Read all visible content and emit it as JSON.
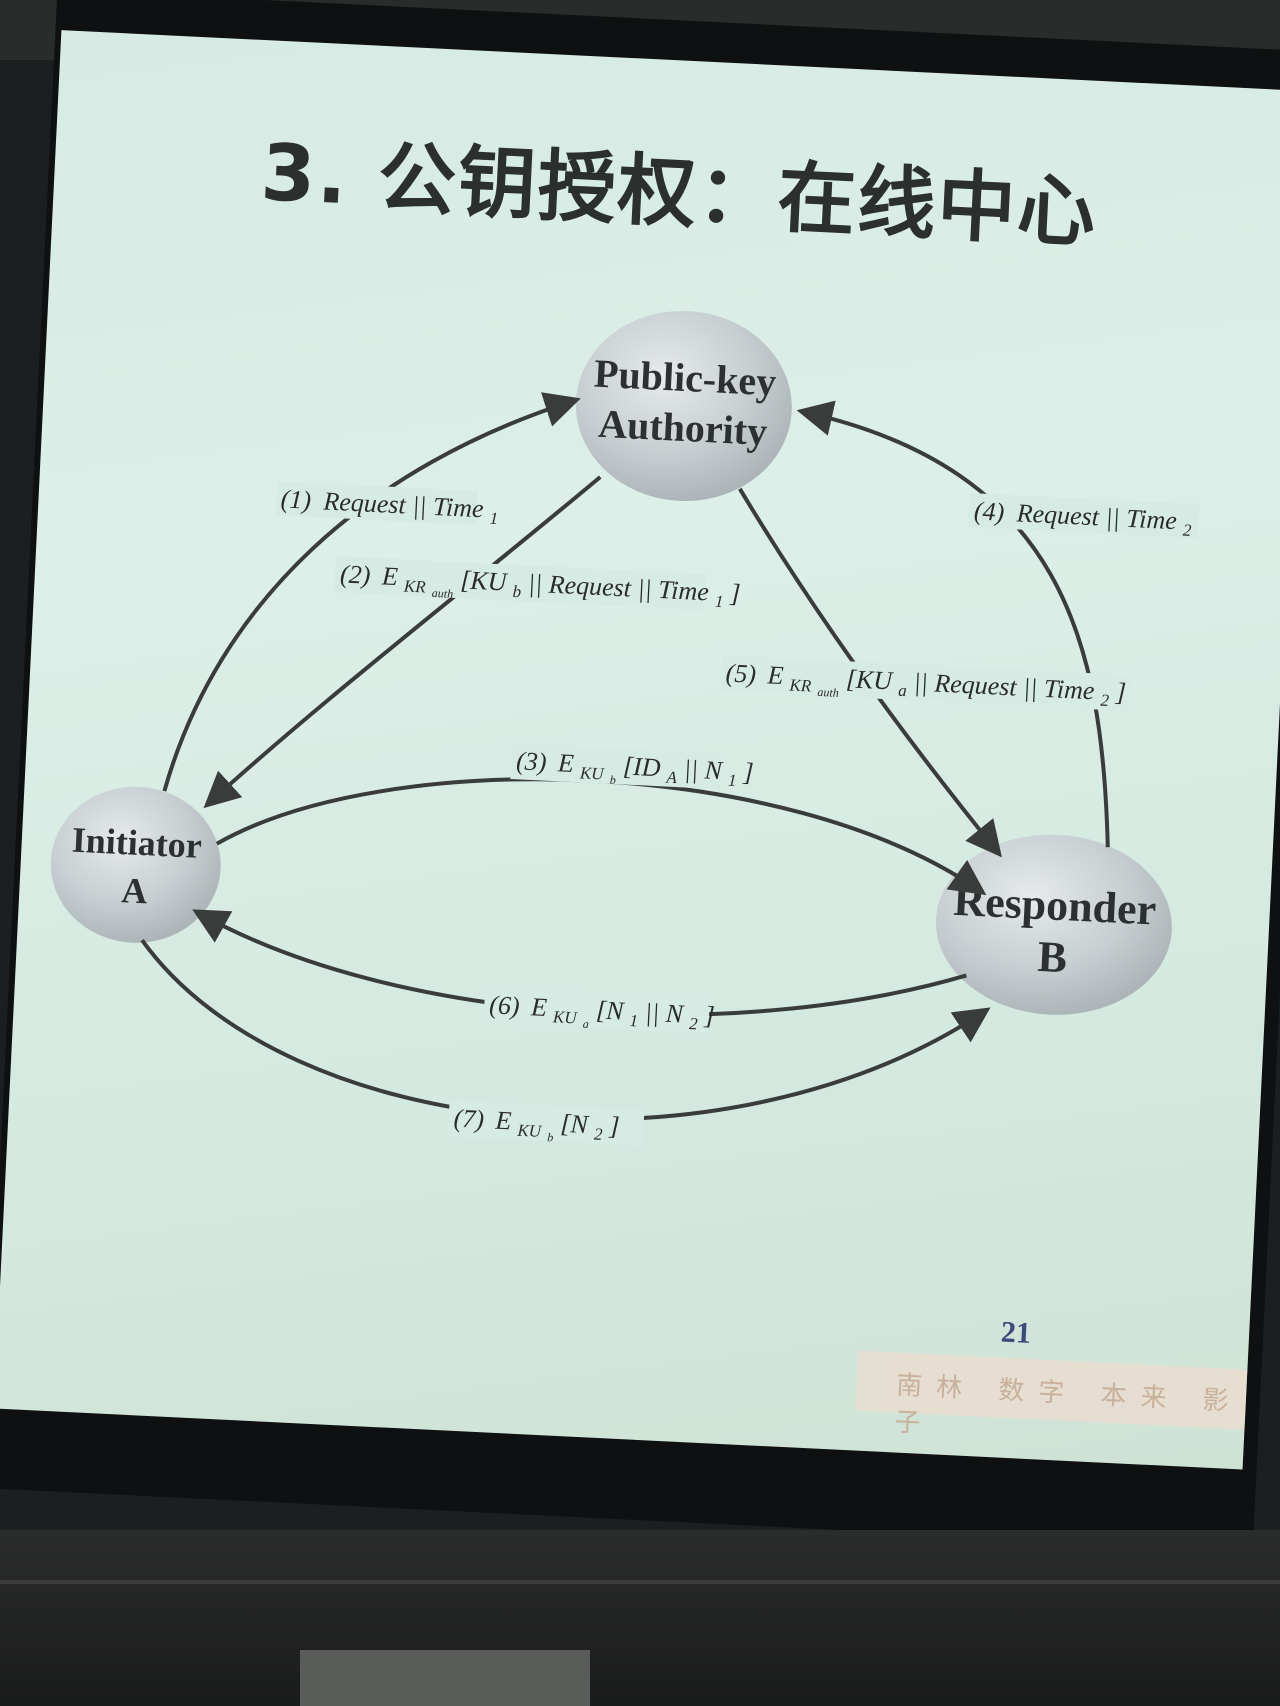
{
  "slide": {
    "title": "3. 公钥授权：在线中心",
    "page_number": "21",
    "footer_text": "南林 数字 本来 影子"
  },
  "diagram": {
    "nodes": {
      "authority": {
        "line1": "Public-key",
        "line2": "Authority"
      },
      "initiator": {
        "line1": "Initiator",
        "line2": "A"
      },
      "responder": {
        "line1": "Responder",
        "line2": "B"
      }
    },
    "edges": [
      {
        "step": "(1)",
        "text": "Request || Time",
        "sub": "1"
      },
      {
        "step": "(2)",
        "text": "E",
        "sub": "KR",
        "subsub": "auth",
        "rest": "[KU",
        "rest_sub": "b",
        "tail": " || Request || Time",
        "tail_sub": "1",
        "close": "]"
      },
      {
        "step": "(3)",
        "text": "E",
        "sub": "KU",
        "subsub": "b",
        "rest": " [ID",
        "rest_sub": "A",
        "tail": " || N",
        "tail_sub": "1",
        "close": "]"
      },
      {
        "step": "(4)",
        "text": "Request || Time",
        "sub": "2"
      },
      {
        "step": "(5)",
        "text": "E",
        "sub": "KR",
        "subsub": "auth",
        "rest": "[KU",
        "rest_sub": "a",
        "tail": " || Request || Time",
        "tail_sub": "2",
        "close": "]"
      },
      {
        "step": "(6)",
        "text": "E",
        "sub": "KU",
        "subsub": "a",
        "rest": " [N",
        "rest_sub": "1",
        "tail": " || N",
        "tail_sub": "2",
        "close": "]"
      },
      {
        "step": "(7)",
        "text": "E",
        "sub": "KU",
        "subsub": "b",
        "rest": " [N",
        "rest_sub": "2",
        "tail": "",
        "tail_sub": "",
        "close": "]"
      }
    ]
  },
  "colors": {
    "slide_bg": "#d6ebe4",
    "node_fill": "#c7ced0",
    "arrow": "#3a3c3c",
    "text": "#2d3030"
  }
}
